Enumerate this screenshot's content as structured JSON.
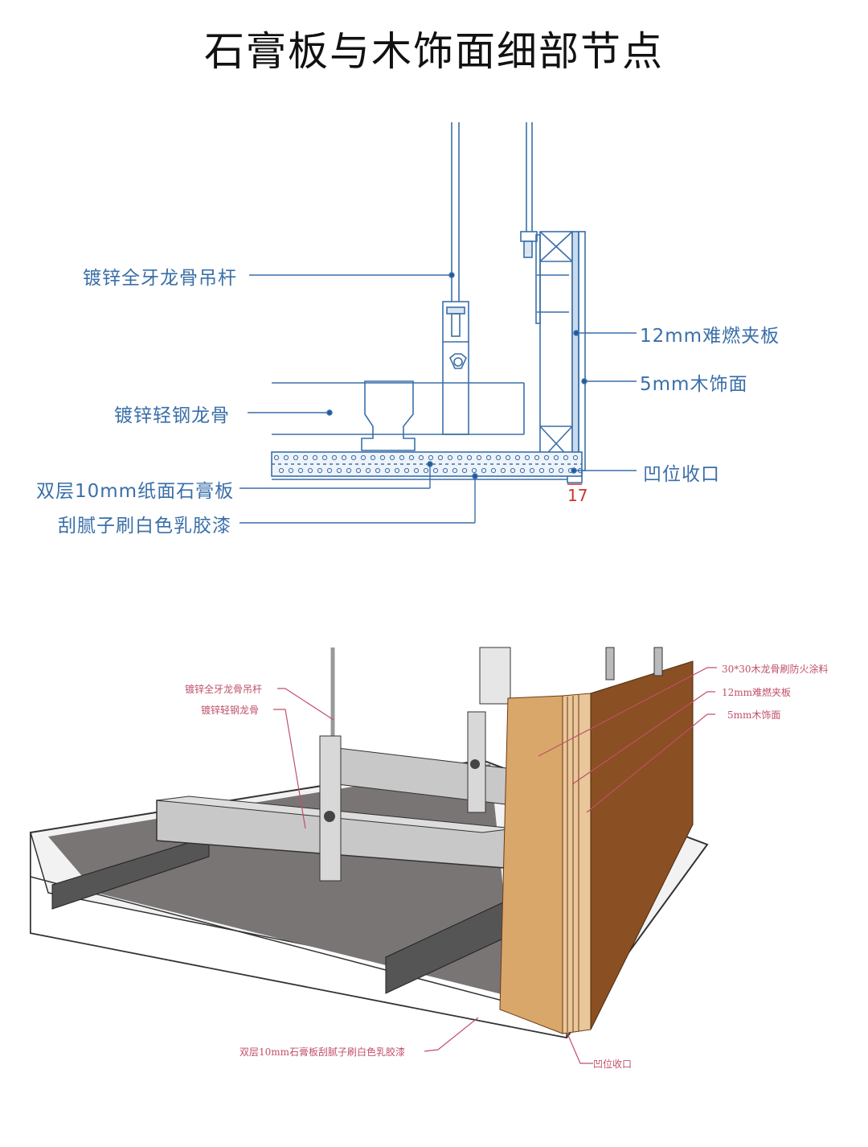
{
  "title": "石膏板与木饰面细部节点",
  "section_diagram": {
    "labels": {
      "hanger_rod": "镀锌全牙龙骨吊杆",
      "light_steel_keel": "镀锌轻钢龙骨",
      "gypsum_board": "双层10mm纸面石膏板",
      "paint": "刮腻子刷白色乳胶漆",
      "plywood": "12mm难燃夹板",
      "veneer": "5mm木饰面",
      "recess": "凹位收口"
    },
    "dimension": "17",
    "colors": {
      "line": "#3a6fa8",
      "dimension": "#d23030"
    }
  },
  "axonometric": {
    "labels": {
      "hanger_rod": "镀锌全牙龙骨吊杆",
      "light_steel_keel": "镀锌轻钢龙骨",
      "wood_keel": "30*30木龙骨刷防火涂料",
      "plywood": "12mm难燃夹板",
      "veneer": "5mm木饰面",
      "gypsum_board": "双层10mm石膏板刮腻子刷白色乳胶漆",
      "recess": "凹位收口"
    },
    "colors": {
      "leader": "#c0506a",
      "wood_light": "#d9a76a",
      "wood_dark": "#8a4f22",
      "steel": "#c8c8c8",
      "board": "#7a7575"
    }
  }
}
